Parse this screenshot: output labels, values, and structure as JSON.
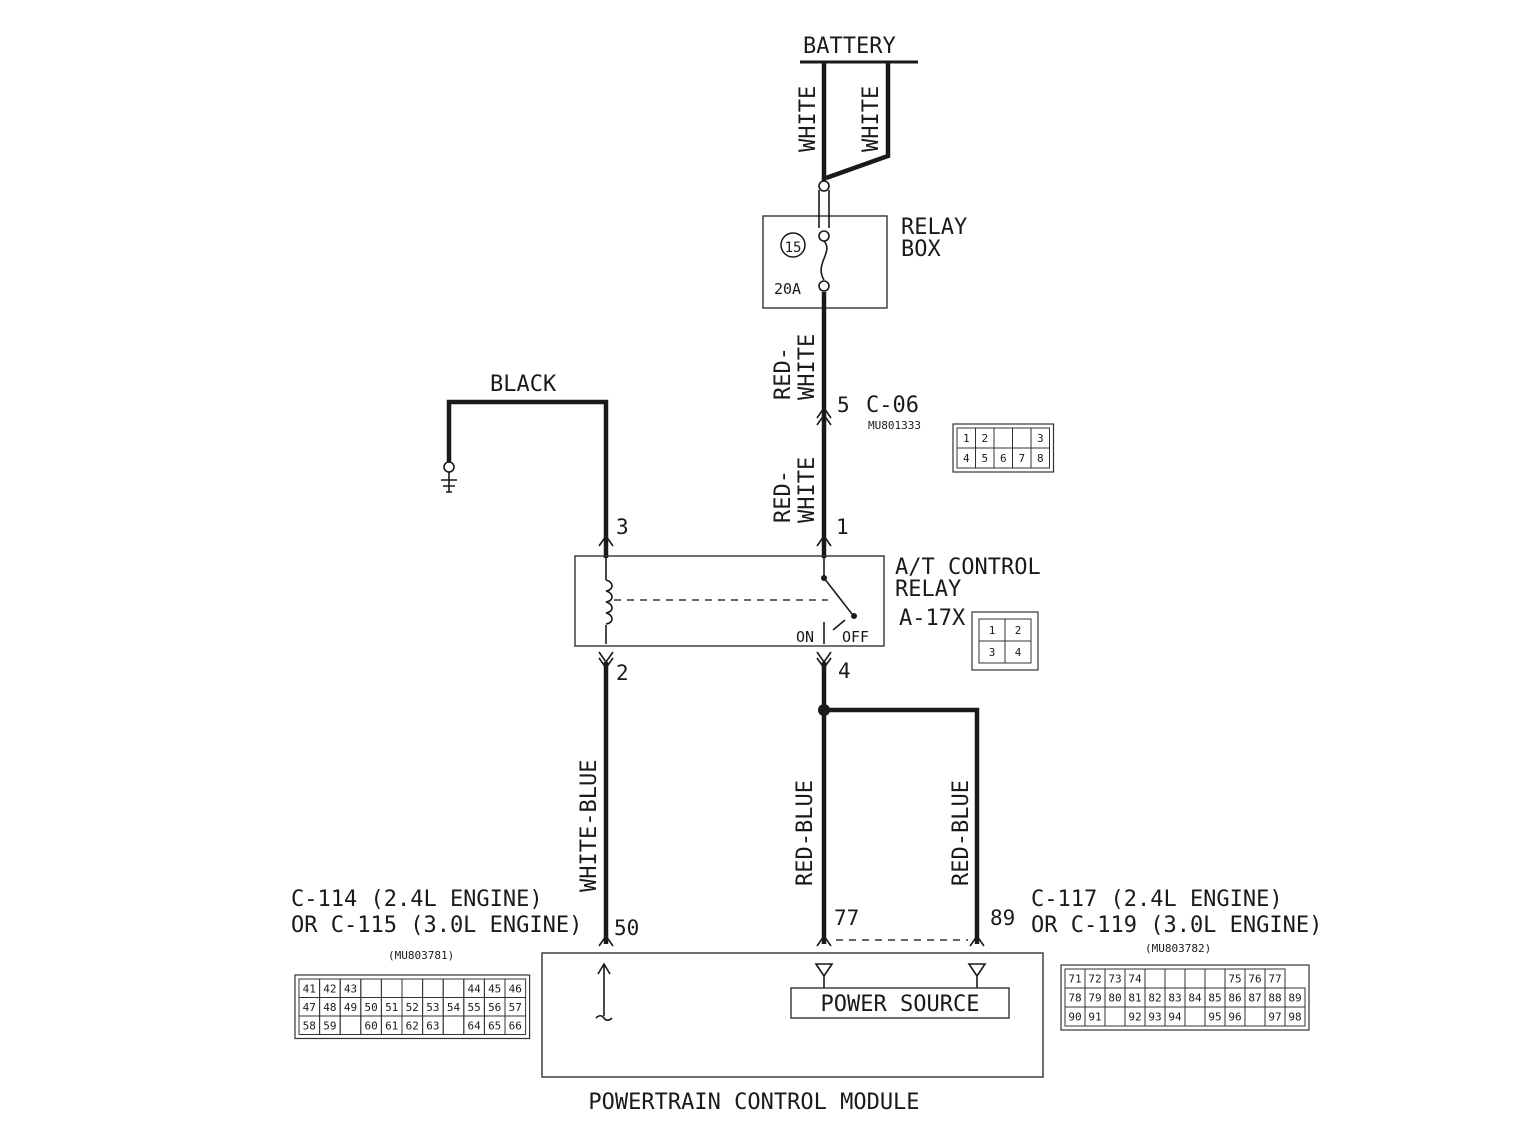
{
  "labels": {
    "battery": "BATTERY",
    "relay_box_1": "RELAY",
    "relay_box_2": "BOX",
    "fuse_no": "15",
    "fuse_rating": "20A",
    "c06": "C-06",
    "c06_part": "MU801333",
    "black": "BLACK",
    "at_relay_1": "A/T CONTROL",
    "at_relay_2": "RELAY",
    "a17x": "A-17X",
    "on": "ON",
    "off": "OFF",
    "c114_1": "C-114 (2.4L ENGINE)",
    "c114_2": "OR C-115 (3.0L ENGINE)",
    "c114_part": "(MU803781)",
    "c117_1": "C-117 (2.4L ENGINE)",
    "c117_2": "OR C-119 (3.0L ENGINE)",
    "c117_part": "(MU803782)",
    "power_source": "POWER SOURCE",
    "pcm": "POWERTRAIN CONTROL MODULE"
  },
  "wires": {
    "white_a": "WHITE",
    "white_b": "WHITE",
    "red_white_1a": "RED-",
    "red_white_1b": "WHITE",
    "red_white_2a": "RED-",
    "red_white_2b": "WHITE",
    "white_blue": "WHITE-BLUE",
    "red_blue_1": "RED-BLUE",
    "red_blue_2": "RED-BLUE"
  },
  "pins": {
    "p5": "5",
    "p3": "3",
    "p1": "1",
    "p2": "2",
    "p4": "4",
    "p50": "50",
    "p77": "77",
    "p89": "89"
  },
  "connectors": {
    "c06_cells": [
      [
        "1",
        "2",
        "",
        "",
        "3"
      ],
      [
        "4",
        "5",
        "6",
        "7",
        "8"
      ]
    ],
    "a17x_cells": [
      [
        "1",
        "2"
      ],
      [
        "3",
        "4"
      ]
    ],
    "c114_cells": [
      [
        "41",
        "42",
        "43",
        "",
        "",
        "",
        "",
        "",
        "44",
        "45",
        "46"
      ],
      [
        "47",
        "48",
        "49",
        "50",
        "51",
        "52",
        "53",
        "54",
        "55",
        "56",
        "57"
      ],
      [
        "58",
        "59",
        "",
        "60",
        "61",
        "62",
        "63",
        "",
        "64",
        "65",
        "66"
      ]
    ],
    "c117_cells": [
      [
        "71",
        "72",
        "73",
        "74",
        "",
        "",
        "",
        "",
        "75",
        "76",
        "77"
      ],
      [
        "78",
        "79",
        "80",
        "81",
        "82",
        "83",
        "84",
        "85",
        "86",
        "87",
        "88",
        "89"
      ],
      [
        "90",
        "91",
        "",
        "92",
        "93",
        "94",
        "",
        "95",
        "96",
        "",
        "97",
        "98"
      ]
    ]
  }
}
